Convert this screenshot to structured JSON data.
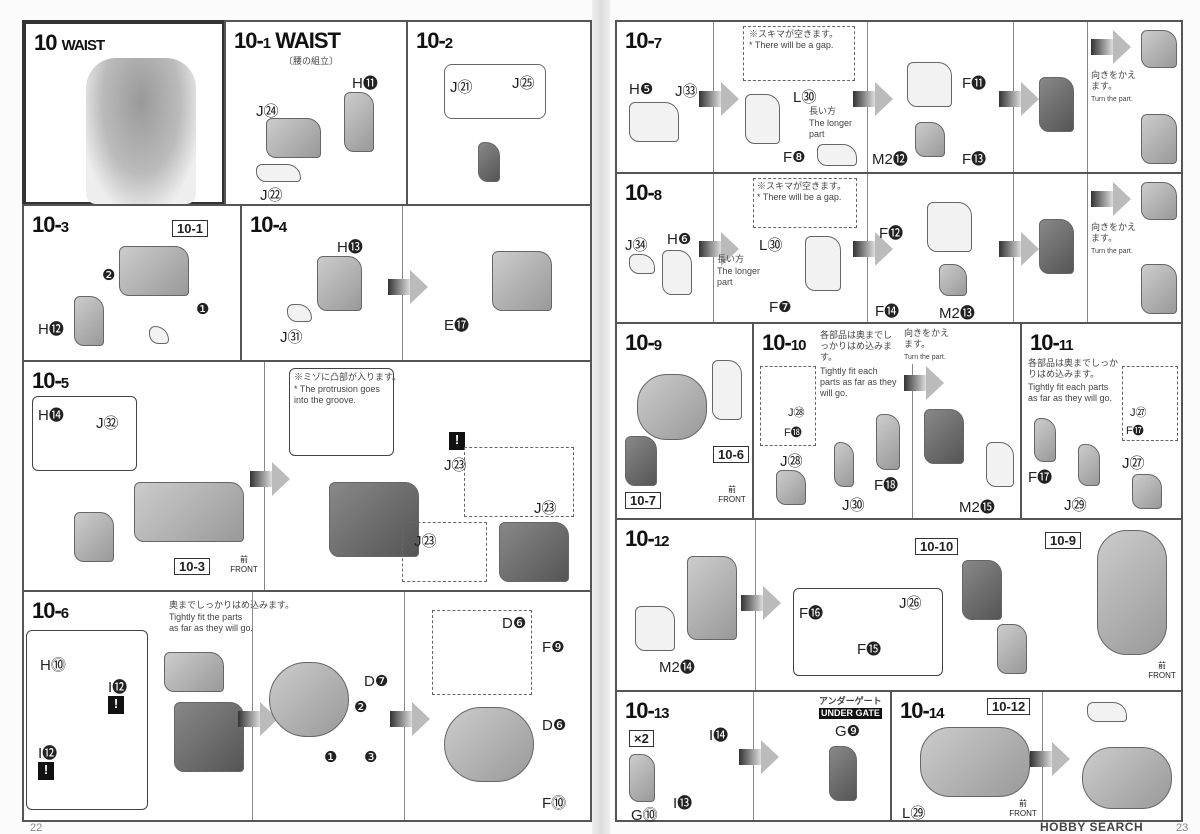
{
  "left": {
    "s10": {
      "num": "10",
      "title": "WAIST"
    },
    "s10_1": {
      "num": "10-",
      "sub": "1",
      "title": "WAIST",
      "jp": "〔腰の組立〕",
      "parts": [
        "H⓫",
        "J㉔",
        "J㉒"
      ]
    },
    "s10_2": {
      "num": "10-",
      "sub": "2",
      "parts": [
        "J㉑",
        "J㉕"
      ]
    },
    "s10_3": {
      "num": "10-",
      "sub": "3",
      "ref": "10-1",
      "parts": [
        "H⓬",
        "❷",
        "❶"
      ]
    },
    "s10_4": {
      "num": "10-",
      "sub": "4",
      "parts": [
        "H⓭",
        "J㉛",
        "E⓱"
      ]
    },
    "s10_5": {
      "num": "10-",
      "sub": "5",
      "parts": [
        "H⓮",
        "J㉜",
        "J㉓",
        "J㉓",
        "J㉓"
      ],
      "ref": "10-3",
      "note_jp": "※ミゾに凸部が入ります。",
      "note_en": "* The protrusion goes into the groove.",
      "front_jp": "前",
      "front": "FRONT"
    },
    "s10_6": {
      "num": "10-",
      "sub": "6",
      "parts": [
        "H⓾",
        "I⓬",
        "I⓬",
        "D❼",
        "D❻",
        "D❻",
        "F❾",
        "F⓾",
        "❶",
        "❷",
        "❸"
      ],
      "note_jp": "奥までしっかりはめ込みます。",
      "note_en1": "Tightly fit the parts",
      "note_en2": "as far as they will go."
    },
    "footer_page": "22"
  },
  "right": {
    "s10_7": {
      "num": "10-",
      "sub": "7",
      "parts": [
        "H❺",
        "J㉝",
        "L㉚",
        "F❽",
        "F⓫",
        "M2⓬",
        "F⓭"
      ],
      "gap_jp": "※スキマが空きます。",
      "gap_en": "* There will be a gap.",
      "longer_jp": "長い方",
      "longer_en": "The longer part",
      "turn_jp": "向きをかえます。",
      "turn_en": "Turn the part."
    },
    "s10_8": {
      "num": "10-",
      "sub": "8",
      "parts": [
        "J㉞",
        "H❻",
        "L㉚",
        "F❼",
        "F⓬",
        "F⓮",
        "M2⓭"
      ],
      "gap_jp": "※スキマが空きます。",
      "gap_en": "* There will be a gap.",
      "longer_jp": "長い方",
      "longer_en": "The longer part",
      "turn_jp": "向きをかえます。",
      "turn_en": "Turn the part."
    },
    "s10_9": {
      "num": "10-",
      "sub": "9",
      "refs": [
        "10-6",
        "10-7"
      ],
      "front_jp": "前",
      "front": "FRONT"
    },
    "s10_10": {
      "num": "10-",
      "sub": "10",
      "note_jp": "各部品は奥までしっかりはめ込みます。",
      "note_en": "Tightly fit each parts as far as they will go.",
      "turn_jp": "向きをかえます。",
      "turn_en": "Turn the part.",
      "parts": [
        "J㉘",
        "F⓲",
        "J㉘",
        "F⓲",
        "J㉚",
        "M2⓯"
      ]
    },
    "s10_11": {
      "num": "10-",
      "sub": "11",
      "note_jp": "各部品は奥までしっかりはめ込みます。",
      "note_en": "Tightly fit each parts as far as they will go.",
      "parts": [
        "J㉗",
        "F⓱",
        "F⓱",
        "J㉙",
        "J㉗"
      ]
    },
    "s10_12": {
      "num": "10-",
      "sub": "12",
      "refs": [
        "10-10",
        "10-9"
      ],
      "parts": [
        "M2⓮",
        "F⓰",
        "J㉖",
        "F⓯"
      ],
      "front_jp": "前",
      "front": "FRONT"
    },
    "s10_13": {
      "num": "10-",
      "sub": "13",
      "qty": "×2",
      "parts": [
        "I⓮",
        "I⓭",
        "G⓾",
        "G❾"
      ],
      "gate_jp": "アンダーゲート",
      "gate": "UNDER GATE"
    },
    "s10_14": {
      "num": "10-",
      "sub": "14",
      "ref": "10-12",
      "parts": [
        "L㉙"
      ],
      "front_jp": "前",
      "front": "FRONT"
    },
    "watermark": "HOBBY SEARCH",
    "footer_page": "23"
  }
}
